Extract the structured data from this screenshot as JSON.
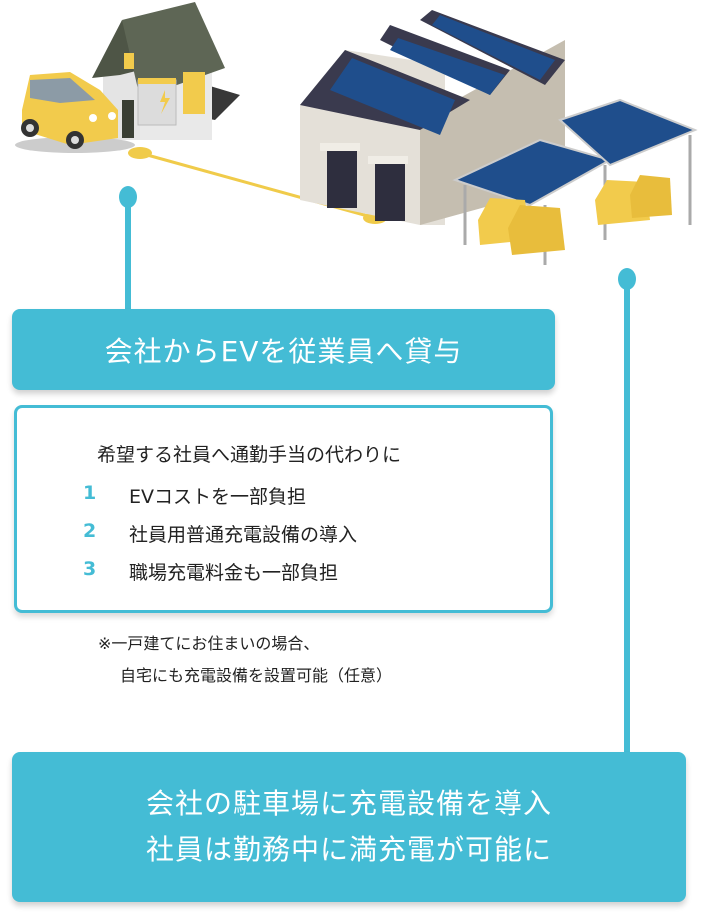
{
  "illustration": {
    "left_scene": "home-with-ev-and-charger",
    "right_scene": "factory-with-solar-carport",
    "colors": {
      "ev": "#F2CB4C",
      "solar": "#1F4E8C",
      "roof": "#5E6655",
      "factory_roof": "#3A3A4E",
      "link": "#F0CB4A"
    }
  },
  "header_box": {
    "text": "会社からEVを従業員へ貸与"
  },
  "benefits": {
    "intro": "希望する社員へ通勤手当の代わりに",
    "items": [
      {
        "num": "1",
        "text": "EVコストを一部負担"
      },
      {
        "num": "2",
        "text": "社員用普通充電設備の導入"
      },
      {
        "num": "3",
        "text": "職場充電料金も一部負担"
      }
    ]
  },
  "note": {
    "line1": "※一戸建てにお住まいの場合、",
    "line2": "自宅にも充電設備を設置可能（任意）"
  },
  "bottom_box": {
    "line1": "会社の駐車場に充電設備を導入",
    "line2": "社員は勤務中に満充電が可能に"
  },
  "colors": {
    "accent": "#44BCD5",
    "text": "#222222"
  }
}
